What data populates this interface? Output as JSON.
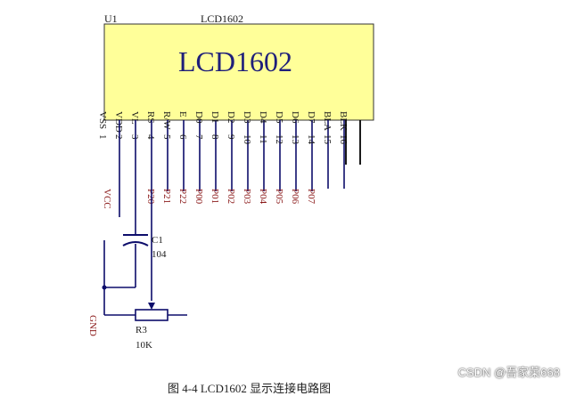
{
  "schematic": {
    "ref": "U1",
    "part": "LCD1602",
    "body_label": "LCD1602",
    "pins": [
      {
        "num": "1",
        "name": "VSS",
        "net": ""
      },
      {
        "num": "2",
        "name": "VDD",
        "net": "VCC"
      },
      {
        "num": "3",
        "name": "VL",
        "net": ""
      },
      {
        "num": "4",
        "name": "RS",
        "net": "P20"
      },
      {
        "num": "5",
        "name": "R/W",
        "net": "P21"
      },
      {
        "num": "6",
        "name": "E",
        "net": "P22"
      },
      {
        "num": "7",
        "name": "D0",
        "net": "P00"
      },
      {
        "num": "8",
        "name": "D1",
        "net": "P01"
      },
      {
        "num": "9",
        "name": "D2",
        "net": "P02"
      },
      {
        "num": "10",
        "name": "D3",
        "net": "P03"
      },
      {
        "num": "11",
        "name": "D4",
        "net": "P04"
      },
      {
        "num": "12",
        "name": "D5",
        "net": "P05"
      },
      {
        "num": "13",
        "name": "D6",
        "net": "P06"
      },
      {
        "num": "14",
        "name": "D7",
        "net": "P07"
      },
      {
        "num": "15",
        "name": "BLA",
        "net": ""
      },
      {
        "num": "16",
        "name": "BLK",
        "net": ""
      }
    ],
    "capacitor": {
      "ref": "C1",
      "value": "104"
    },
    "resistor": {
      "ref": "R3",
      "value": "10K"
    },
    "ground_label": "GND",
    "colors": {
      "body_fill": "#ffff99",
      "body_stroke": "#333333",
      "wire": "#0d0d6b",
      "label": "#8b1a1a",
      "net_line": "#000000"
    }
  },
  "caption": "图 4-4 LCD1602 显示连接电路图",
  "watermark": "CSDN @吾家菜668"
}
